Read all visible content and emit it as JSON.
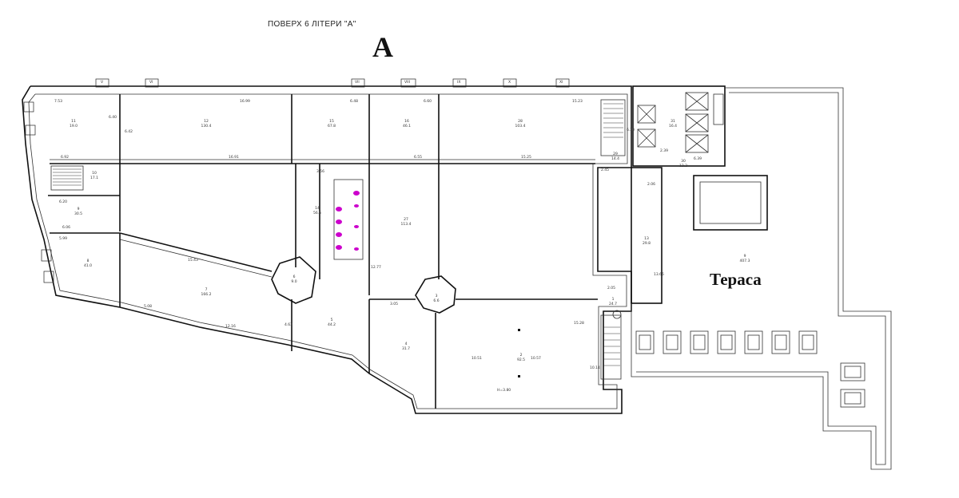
{
  "plan": {
    "title": "ПОВЕРХ 6 ЛІТЕРИ \"А\"",
    "letter": "А",
    "terrace_label": "Тераса",
    "accent_color": "#cc00cc",
    "window_numerals": [
      "V",
      "VI",
      "VII",
      "VIII",
      "IX",
      "X",
      "XI"
    ],
    "rooms": [
      {
        "no": "11",
        "area": "19.0"
      },
      {
        "no": "12",
        "area": "130.4"
      },
      {
        "no": "15",
        "area": "67.8"
      },
      {
        "no": "16",
        "area": "46.1"
      },
      {
        "no": "28",
        "area": "103.4"
      },
      {
        "no": "29",
        "area": "14.4"
      },
      {
        "no": "31",
        "area": "16.4"
      },
      {
        "no": "10",
        "area": "17.1"
      },
      {
        "no": "9",
        "area": "30.5"
      },
      {
        "no": "8",
        "area": "41.0"
      },
      {
        "no": "7",
        "area": "166.2"
      },
      {
        "no": "6",
        "area": "9.0"
      },
      {
        "no": "5",
        "area": "44.2"
      },
      {
        "no": "14",
        "area": "56.5"
      },
      {
        "no": "27",
        "area": "113.4"
      },
      {
        "no": "3",
        "area": "6.6"
      },
      {
        "no": "4",
        "area": "31.7"
      },
      {
        "no": "2",
        "area": "92.5"
      },
      {
        "no": "1",
        "area": "24.7"
      },
      {
        "no": "13",
        "area": "29.8"
      },
      {
        "no": "30",
        "area": "12.2"
      },
      {
        "no": "9",
        "area": "407.3"
      }
    ],
    "dimensions": [
      "7.53",
      "16.99",
      "6.48",
      "6.60",
      "15.23",
      "6.92",
      "16.91",
      "3.56",
      "6.55",
      "15.25",
      "6.20",
      "6.06",
      "5.99",
      "15.43",
      "5.08",
      "12.16",
      "3.05",
      "15.28",
      "10.51",
      "10.57",
      "2.05",
      "10.14",
      "6.30",
      "4.63",
      "6.40",
      "6.42",
      "12.77",
      "2.45",
      "2.06",
      "6.39",
      "2.39",
      "13.66",
      "H=3.80"
    ]
  }
}
